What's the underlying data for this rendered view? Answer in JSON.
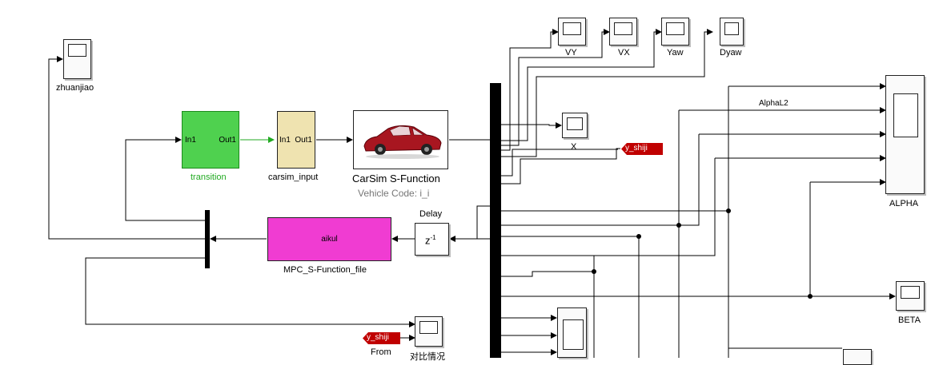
{
  "blocks": {
    "transition": {
      "in": "In1",
      "out": "Out1",
      "label": "transition"
    },
    "carsim_input": {
      "in": "In1",
      "out": "Out1",
      "label": "carsim_input"
    },
    "carsim": {
      "title": "CarSim S-Function",
      "subtitle": "Vehicle Code: i_i"
    },
    "mpc": {
      "name": "aikul",
      "label": "MPC_S-Function_file"
    },
    "delay": {
      "label": "Delay",
      "symbol": "z",
      "exponent": "-1"
    },
    "from": {
      "tag": "y_shiji",
      "label": "From"
    },
    "goto": {
      "tag": "y_shiji"
    }
  },
  "scopes": {
    "zhuanjiao": "zhuanjiao",
    "vy": "VY",
    "vx": "VX",
    "yaw": "Yaw",
    "dyaw": "Dyaw",
    "x": "X",
    "alpha": "ALPHA",
    "beta": "BETA",
    "compare": "对比情况"
  },
  "signals": {
    "alpha_l2": "AlphaL2"
  },
  "colors": {
    "transition_fill": "#4fd14f",
    "transition_label": "#22aa22",
    "carsim_input_fill": "#efe3b0",
    "mpc_fill": "#f03cd2",
    "tag_fill": "#c00000"
  },
  "icons": [
    "scope-icon",
    "car-image",
    "bus-bar"
  ]
}
